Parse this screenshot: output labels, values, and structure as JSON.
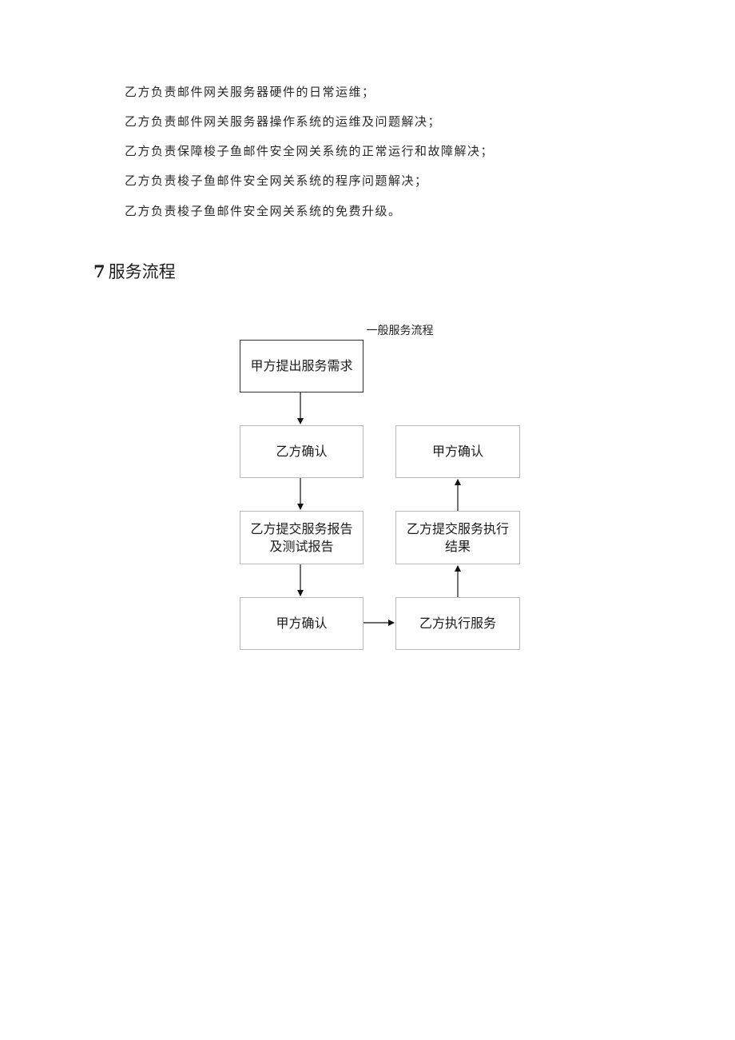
{
  "responsibilities": [
    "乙方负责邮件网关服务器硬件的日常运维；",
    "乙方负责邮件网关服务器操作系统的运维及问题解决；",
    "乙方负责保障梭子鱼邮件安全网关系统的正常运行和故障解决；",
    "乙方负责梭子鱼邮件安全网关系统的程序问题解决；",
    "乙方负责梭子鱼邮件安全网关系统的免费升级。"
  ],
  "section": {
    "number": "7",
    "title": "服务流程"
  },
  "flowchart": {
    "title": "一般服务流程",
    "steps": {
      "client_request": "甲方提出服务需求",
      "vendor_confirm": "乙方确认",
      "vendor_submit_report": "乙方提交服务报告及测试报告",
      "client_confirm_report": "甲方确认",
      "vendor_execute": "乙方执行服务",
      "vendor_submit_result": "乙方提交服务执行结果",
      "client_confirm_result": "甲方确认"
    }
  }
}
